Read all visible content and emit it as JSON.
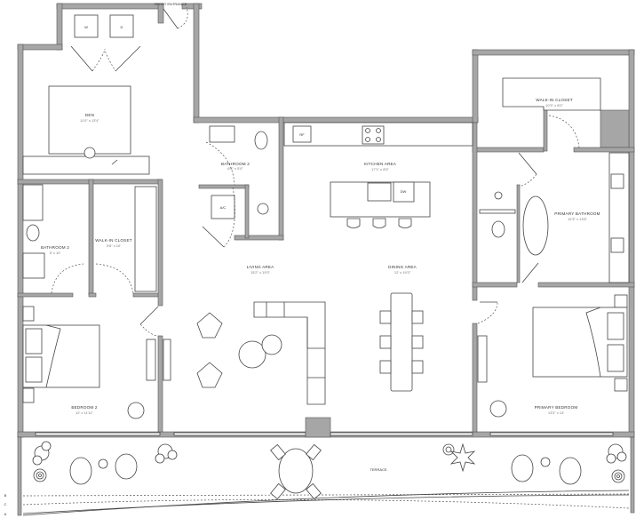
{
  "rooms": {
    "front_entrance": {
      "name": "FRONT ENTRANCE"
    },
    "den": {
      "name": "DEN",
      "dims": "11'0\" x 13'4\""
    },
    "bathroom_center": {
      "name": "BATHROOM 2",
      "dims": "6'8\" x 5'0\""
    },
    "kitchen": {
      "name": "KITCHEN AREA",
      "dims": "17'1\" x 8'5\""
    },
    "living": {
      "name": "LIVING AREA",
      "dims": "15'2\" x 19'3\""
    },
    "dining": {
      "name": "DINING AREA",
      "dims": "12' x 19'3\""
    },
    "bathroom_left": {
      "name": "BATHROOM 2",
      "dims": "5' x 10'"
    },
    "closet_left": {
      "name": "WALK-IN CLOSET",
      "dims": "5'8\" x 10'"
    },
    "bedroom2": {
      "name": "BEDROOM 2",
      "dims": "12' x 11'11\""
    },
    "primary_closet": {
      "name": "WALK-IN CLOSET",
      "dims": "10'3\" x 8'0\""
    },
    "primary_bath": {
      "name": "PRIMARY BATHROOM",
      "dims": "12'3\" x 13'8\""
    },
    "primary_bedroom": {
      "name": "PRIMARY BEDROOM",
      "dims": "13'3\" x 13'"
    },
    "terrace": {
      "name": "TERRACE"
    }
  },
  "appliances": {
    "washer": "W",
    "dryer": "D",
    "ac": "A/C",
    "dishwasher": "DW",
    "refrigerator": "RF"
  },
  "edge_markers": [
    "B",
    "C",
    "A"
  ]
}
